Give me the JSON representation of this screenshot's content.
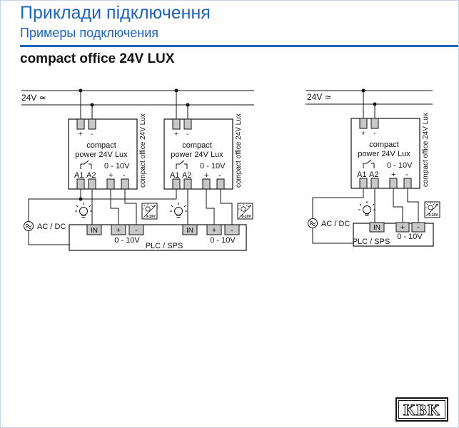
{
  "header": {
    "title_ua": "Приклади підключення",
    "title_ru": "Примеры подключения",
    "product_title": "compact office 24V LUX"
  },
  "diagram": {
    "supply_label": "24V ≃",
    "module": {
      "name_line1": "compact",
      "name_line2": "power 24V Lux",
      "plus": "+",
      "minus": "-",
      "a1": "A1",
      "a2": "A2",
      "range": "0 - 10V",
      "side_label": "compact office 24V Lux"
    },
    "ac_dc_label": "AC / DC",
    "plc_label": "PLC / SPS",
    "plc_in": "IN",
    "plc_plus": "+",
    "plc_minus": "-",
    "plc_range": "0 - 10V",
    "dimmer_text": "0-10V"
  },
  "logo": {
    "text": "KBK"
  },
  "colors": {
    "accent": "#1f63b6",
    "terminal": "#c8c8c8",
    "line": "#111111"
  }
}
